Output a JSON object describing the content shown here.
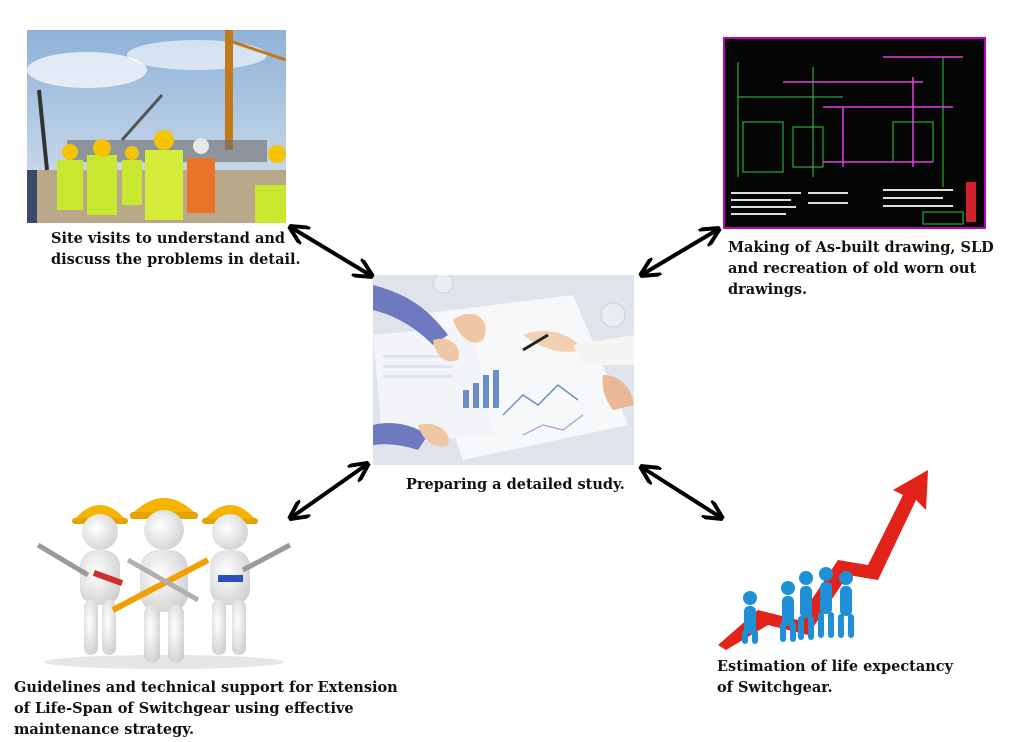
{
  "center": {
    "caption": "Preparing a detailed study."
  },
  "nodes": {
    "site_visit": {
      "lines": [
        "Site visits to understand and",
        "discuss the problems in detail."
      ]
    },
    "drawing": {
      "lines": [
        "Making of As-built drawing, SLD",
        "and recreation of old worn out",
        "drawings."
      ]
    },
    "guidelines": {
      "lines": [
        "Guidelines and technical support for Extension",
        "of Life-Span of Switchgear using effective",
        "maintenance strategy."
      ]
    },
    "estimation": {
      "lines": [
        "Estimation of life expectancy",
        "of Switchgear."
      ]
    }
  },
  "colors": {
    "arrow": "#000000",
    "vest": "#c8e830",
    "helmet": "#f5c400",
    "cad_bg": "#050505",
    "cad_frame": "#c000c0",
    "trend_arrow": "#e2231a",
    "figure_blue": "#1f8fd6"
  },
  "icons": [
    "double-arrow-icon"
  ]
}
